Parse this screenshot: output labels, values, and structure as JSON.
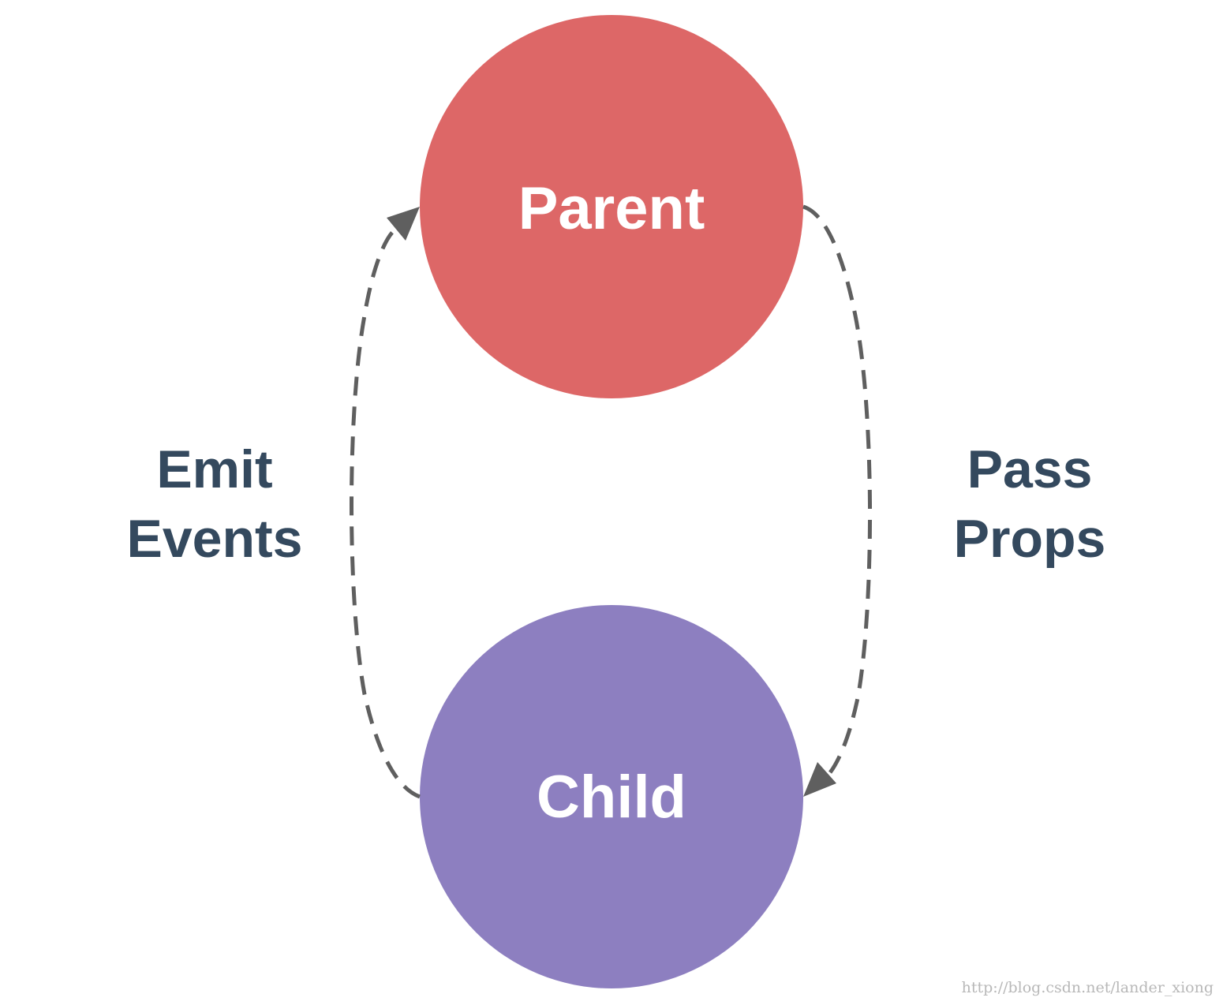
{
  "nodes": {
    "parent": {
      "label": "Parent",
      "color": "#dd6767"
    },
    "child": {
      "label": "Child",
      "color": "#8d7fc0"
    }
  },
  "edges": {
    "emit_events": {
      "line1": "Emit",
      "line2": "Events",
      "from": "Child",
      "to": "Parent"
    },
    "pass_props": {
      "line1": "Pass",
      "line2": "Props",
      "from": "Parent",
      "to": "Child"
    }
  },
  "colors": {
    "label_text": "#34495e",
    "arrow": "#5f5f5f",
    "node_text": "#ffffff"
  },
  "watermark": "http://blog.csdn.net/lander_xiong"
}
